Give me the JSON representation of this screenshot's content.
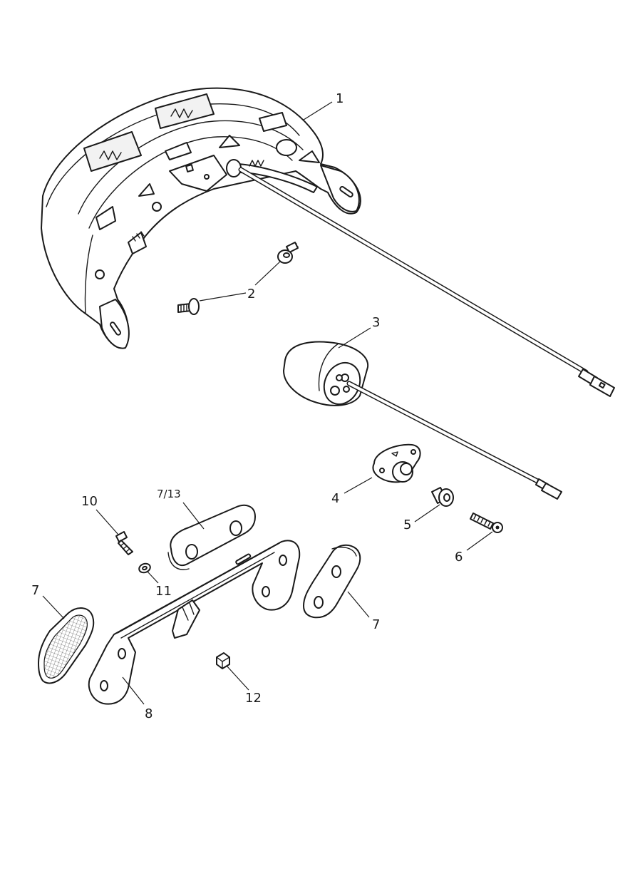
{
  "callouts": [
    {
      "id": "c1",
      "label": "1"
    },
    {
      "id": "c2",
      "label": "2"
    },
    {
      "id": "c3",
      "label": "3"
    },
    {
      "id": "c4",
      "label": "4"
    },
    {
      "id": "c5",
      "label": "5"
    },
    {
      "id": "c6",
      "label": "6"
    },
    {
      "id": "c7a",
      "label": "7/13"
    },
    {
      "id": "c7b",
      "label": "7"
    },
    {
      "id": "c7c",
      "label": "7"
    },
    {
      "id": "c8",
      "label": "8"
    },
    {
      "id": "c10",
      "label": "10"
    },
    {
      "id": "c11",
      "label": "11"
    },
    {
      "id": "c12",
      "label": "12"
    }
  ]
}
